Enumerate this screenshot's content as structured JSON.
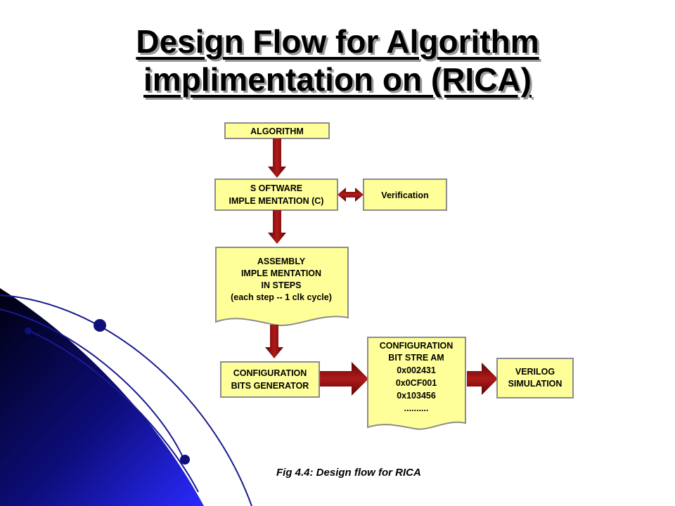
{
  "title": {
    "line1": "Design Flow for Algorithm",
    "line2": "implimentation on (RICA)"
  },
  "flow": {
    "algorithm": "ALGORITHM",
    "software_line1": "S OFTWARE",
    "software_line2": "IMPLE MENTATION (C)",
    "verification": "Verification",
    "assembly_line1": "ASSEMBLY",
    "assembly_line2": "IMPLE MENTATION",
    "assembly_line3": "IN STEPS",
    "assembly_line4": "(each step -- 1 clk cycle)",
    "config_gen_line1": "CONFIGURATION",
    "config_gen_line2": "BITS GENERATOR",
    "bitstream_line1": "CONFIGURATION",
    "bitstream_line2": "BIT STRE AM",
    "bitstream_line3": "0x002431",
    "bitstream_line4": "0x0CF001",
    "bitstream_line5": "0x103456",
    "bitstream_line6": "..........",
    "verilog_line1": "VERILOG",
    "verilog_line2": "SIMULATION"
  },
  "caption": "Fig 4.4: Design flow for RICA",
  "colors": {
    "box_fill": "#ffff99",
    "box_stroke": "#8c8c8c",
    "arrow": "#7a0c0c",
    "swoosh_blue": "#1010a0",
    "dark_navy": "#0a0a40"
  }
}
